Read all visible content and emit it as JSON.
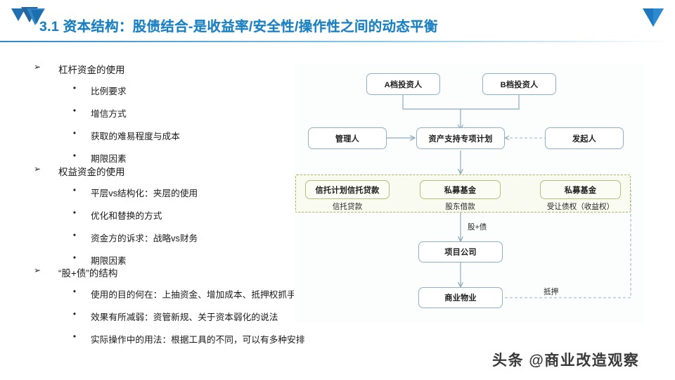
{
  "header": {
    "title": "3.1 资本结构：股债结合-是收益率/安全性/操作性之间的动态平衡",
    "accent_color": "#1a7fc1",
    "logo_left": "triangle-cluster-logo",
    "logo_right": "triangle-down-logo"
  },
  "bullets": [
    {
      "marker": "➢",
      "text": "杠杆资金的使用",
      "children": [
        {
          "marker": "•",
          "text": "比例要求"
        },
        {
          "marker": "•",
          "text": "增信方式"
        },
        {
          "marker": "•",
          "text": "获取的难易程度与成本"
        },
        {
          "marker": "•",
          "text": "期限因素"
        }
      ]
    },
    {
      "marker": "➢",
      "text": "权益资金的使用",
      "children": [
        {
          "marker": "•",
          "text": "平层vs结构化：夹层的使用"
        },
        {
          "marker": "•",
          "text": "优化和替换的方式"
        },
        {
          "marker": "•",
          "text": "资金方的诉求：战略vs财务"
        },
        {
          "marker": "•",
          "text": "期限因素"
        }
      ]
    },
    {
      "marker": "➢",
      "text": "“股+债”的结构",
      "children": [
        {
          "marker": "•",
          "text": "使用的目的何在：上抽资金、增加成本、抵押权抓手"
        },
        {
          "marker": "•",
          "text": "效果有所减弱：资管新规、关于资本弱化的说法"
        },
        {
          "marker": "•",
          "text": "实际操作中的用法：根据工具的不同，可以有多种安排"
        }
      ]
    }
  ],
  "diagram": {
    "nodes": {
      "investor_a": "A档投资人",
      "investor_b": "B档投资人",
      "manager": "管理人",
      "abs_plan": "资产支持专项计划",
      "originator": "发起人",
      "trust_loan_plan": "信托计划信托贷款",
      "pe_fund_1": "私募基金",
      "pe_fund_2": "私募基金",
      "project_company": "项目公司",
      "commercial_property": "商业物业"
    },
    "sublabels": {
      "trust_loan": "信托贷款",
      "shareholder_loan": "股东借款",
      "credit_transfer": "受让债权（收益权）"
    },
    "edge_labels": {
      "equity_debt": "股+债",
      "mortgage": "抵押"
    },
    "colors": {
      "node_border": "#8fb0c6",
      "green_node_border": "#b5bd7a",
      "group_border": "#a9b15f",
      "group_fill": "#fafbf0",
      "connector": "#8fa9bd"
    }
  },
  "watermark": {
    "text": "头条 @商业改造观察"
  }
}
